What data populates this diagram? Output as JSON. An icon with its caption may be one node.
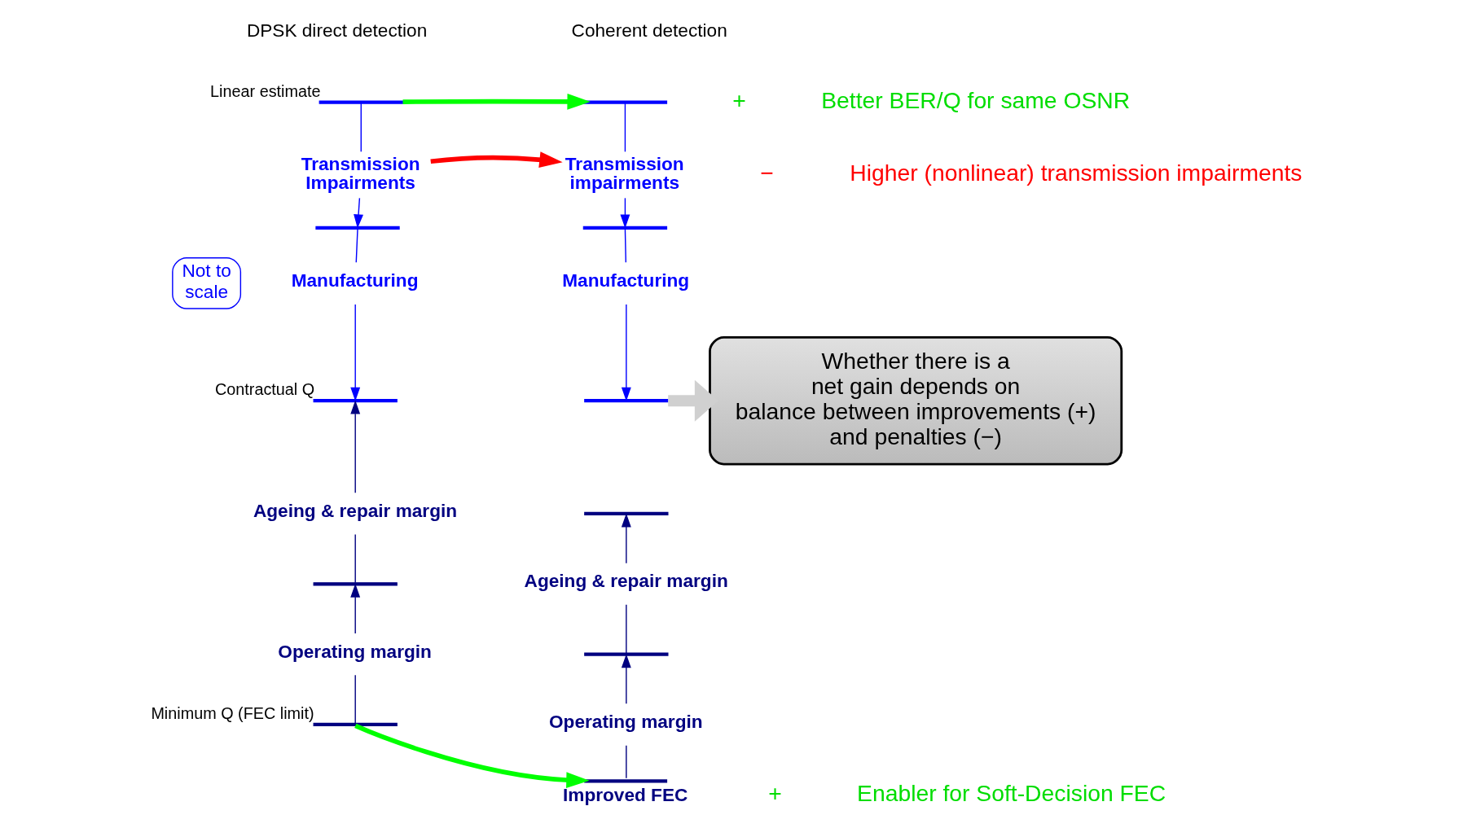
{
  "diagram": {
    "nodes": [
      {
        "text": [],
        "shape": "bar",
        "beside": [
          "Linear estimate"
        ]
      },
      {
        "text": [
          "Transmission Impairments"
        ]
      },
      {
        "text": [],
        "shape": "bar"
      },
      {
        "text": [
          "Manufacturing"
        ]
      },
      {
        "text": [],
        "shape": "bar",
        "beside": [
          "Contractual Q"
        ]
      },
      {
        "text": [
          "Ageing & repair margin"
        ]
      },
      {
        "text": [],
        "shape": "bar"
      },
      {
        "text": [
          "Operating margin"
        ]
      },
      {
        "text": [],
        "shape": "bar",
        "beside": [
          "Minimum Q (FEC limit)"
        ]
      },
      {
        "text": [],
        "shape": "bar"
      },
      {
        "text": [
          "Transmission impairments"
        ]
      },
      {
        "text": [],
        "shape": "bar"
      },
      {
        "text": [
          "Manufacturing"
        ]
      },
      {
        "text": [],
        "shape": "bar"
      },
      {
        "text": [],
        "shape": "bar"
      },
      {
        "text": [
          "Ageing & repair margin"
        ]
      },
      {
        "text": [],
        "shape": "bar"
      },
      {
        "text": [
          "Operating margin"
        ]
      },
      {
        "text": [],
        "shape": "bar",
        "beside": [
          "Improved FEC"
        ]
      },
      {
        "text": [
          "Not to scale"
        ]
      },
      {
        "text": [
          "Whether there is a net gain depends on balance between improvements (+) and penalties (−)"
        ]
      }
    ],
    "edges": [
      {
        "from": 0,
        "to": 1,
        "arrow": "none",
        "color": "#0000ff"
      },
      {
        "from": 1,
        "to": 2,
        "arrow": "to",
        "color": "#0000ff"
      },
      {
        "from": 2,
        "to": 3,
        "arrow": "none",
        "color": "#0000ff"
      },
      {
        "from": 3,
        "to": 4,
        "arrow": "to",
        "color": "#0000ff"
      },
      {
        "from": 5,
        "to": 4,
        "arrow": "to",
        "color": "#000080"
      },
      {
        "from": 5,
        "to": 6,
        "arrow": "none",
        "color": "#000080"
      },
      {
        "from": 7,
        "to": 6,
        "arrow": "to",
        "color": "#000080"
      },
      {
        "from": 8,
        "to": 7,
        "arrow": "none",
        "color": "#000080"
      },
      {
        "from": 9,
        "to": 10,
        "arrow": "none",
        "color": "#0000ff"
      },
      {
        "from": 10,
        "to": 11,
        "arrow": "to",
        "color": "#0000ff"
      },
      {
        "from": 11,
        "to": 12,
        "arrow": "none",
        "color": "#0000ff"
      },
      {
        "from": 12,
        "to": 13,
        "arrow": "to",
        "color": "#0000ff"
      },
      {
        "from": 15,
        "to": 14,
        "arrow": "to",
        "color": "#000080"
      },
      {
        "from": 15,
        "to": 16,
        "arrow": "none",
        "color": "#000080"
      },
      {
        "from": 17,
        "to": 16,
        "arrow": "to",
        "color": "#000080"
      },
      {
        "from": 18,
        "to": 17,
        "arrow": "none",
        "color": "#000080"
      },
      {
        "from": 0,
        "to": 9,
        "arrow": "to",
        "style": "thick",
        "color": "#00ff00"
      },
      {
        "from": 1,
        "to": 10,
        "arrow": "to",
        "style": "thick",
        "color": "#ff0000"
      },
      {
        "from": 8,
        "to": 18,
        "arrow": "to",
        "style": "thick",
        "color": "#00ff00"
      },
      {
        "from": 13,
        "to": 20,
        "arrow": "to",
        "style": "thick",
        "color": "#d0d0d0"
      }
    ],
    "labels": [
      "DPSK direct detection",
      "Coherent detection",
      "+",
      "Better BER/Q for same OSNR",
      "−",
      "Higher (nonlinear) transmission impairments",
      "+",
      "Enabler for Soft-Decision FEC"
    ]
  }
}
